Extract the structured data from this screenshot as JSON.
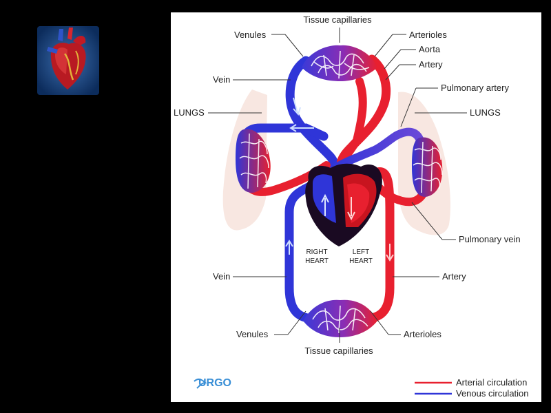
{
  "thumbnail": {
    "icon": "heart-anatomy-icon"
  },
  "labels": {
    "tissue_capillaries_top": "Tissue capillaries",
    "venules_top": "Venules",
    "arterioles_top": "Arterioles",
    "aorta": "Aorta",
    "artery_top": "Artery",
    "vein_top": "Vein",
    "pulmonary_artery": "Pulmonary artery",
    "lungs_left": "LUNGS",
    "lungs_right": "LUNGS",
    "pulmonary_vein": "Pulmonary vein",
    "right_heart_1": "RIGHT",
    "right_heart_2": "HEART",
    "left_heart_1": "LEFT",
    "left_heart_2": "HEART",
    "vein_bottom": "Vein",
    "artery_bottom": "Artery",
    "venules_bottom": "Venules",
    "arterioles_bottom": "Arterioles",
    "tissue_capillaries_bottom": "Tissue capillaries"
  },
  "logo": {
    "text": "URGO"
  },
  "legend": {
    "arterial": "Arterial circulation",
    "venous": "Venous circulation"
  },
  "colors": {
    "arterial": "#e8202f",
    "venous": "#2f35d8",
    "lungs": "#f7e3dc",
    "heart_dark": "#1a0a22",
    "logo": "#3a8fd6"
  }
}
